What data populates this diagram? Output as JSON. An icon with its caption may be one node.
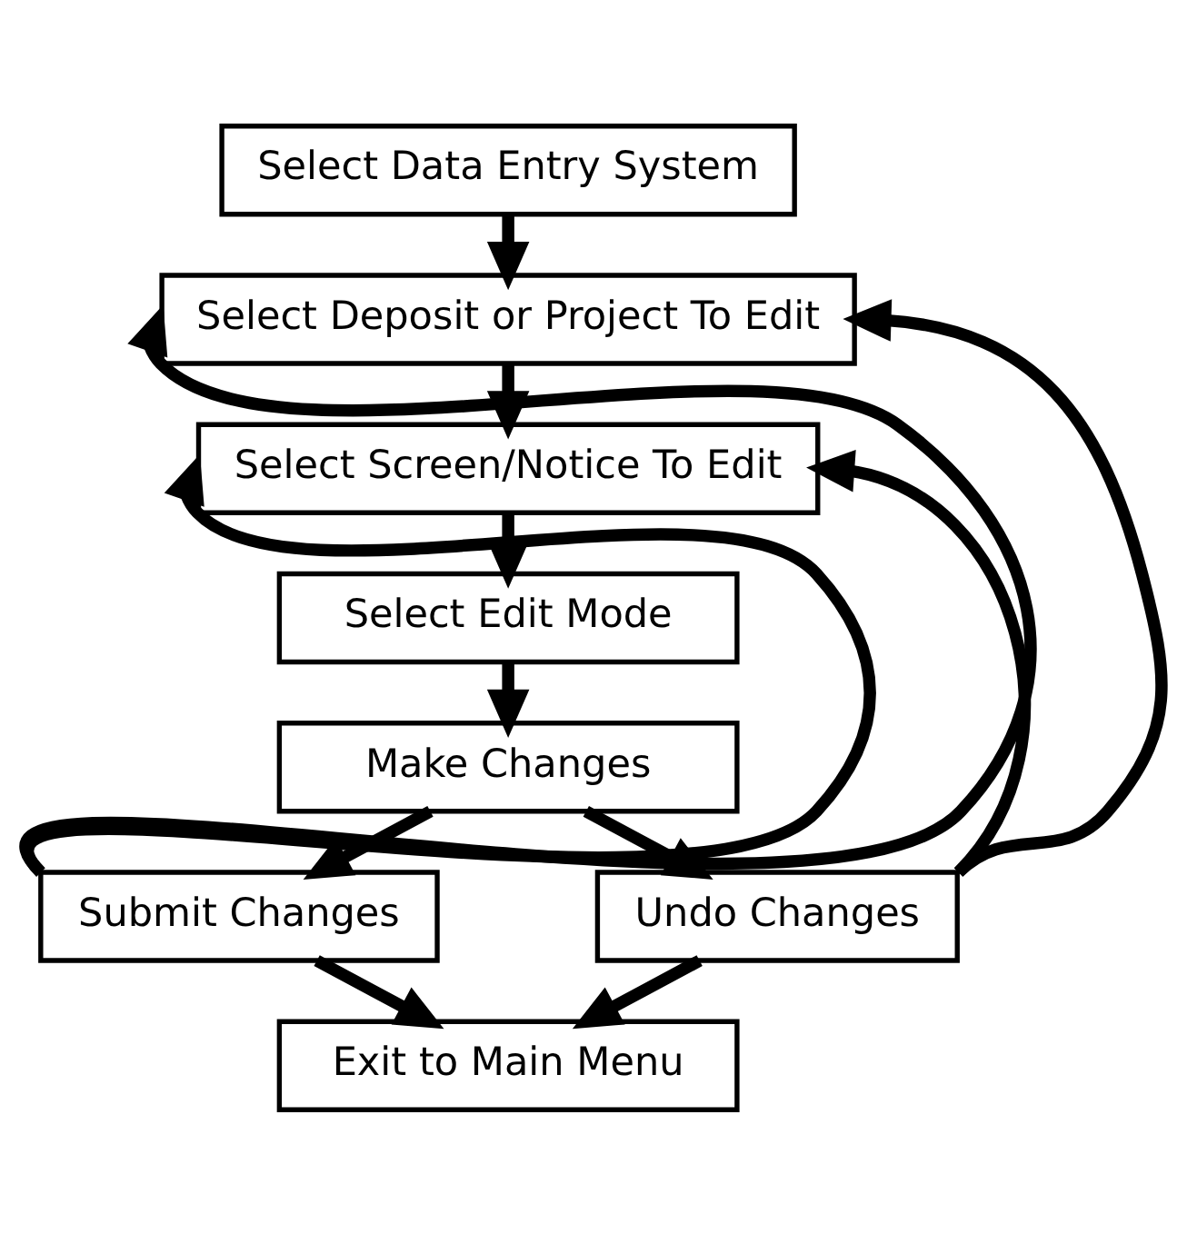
{
  "diagram": {
    "nodes": [
      {
        "text": [
          "Select Data Entry System"
        ]
      },
      {
        "text": [
          "Select Deposit or Project To Edit"
        ]
      },
      {
        "text": [
          "Select Screen/Notice To Edit"
        ]
      },
      {
        "text": [
          "Select Edit Mode"
        ]
      },
      {
        "text": [
          "Make Changes"
        ]
      },
      {
        "text": [
          "Submit Changes"
        ]
      },
      {
        "text": [
          "Undo Changes"
        ]
      },
      {
        "text": [
          "Exit to Main Menu"
        ]
      }
    ],
    "edges": [
      {
        "from": 0,
        "to": 1,
        "arrow": "to"
      },
      {
        "from": 1,
        "to": 2,
        "arrow": "to"
      },
      {
        "from": 2,
        "to": 3,
        "arrow": "to"
      },
      {
        "from": 3,
        "to": 4,
        "arrow": "to"
      },
      {
        "from": 4,
        "to": 5,
        "arrow": "to"
      },
      {
        "from": 4,
        "to": 6,
        "arrow": "to"
      },
      {
        "from": 5,
        "to": 1,
        "arrow": "to"
      },
      {
        "from": 5,
        "to": 2,
        "arrow": "to"
      },
      {
        "from": 6,
        "to": 1,
        "arrow": "to"
      },
      {
        "from": 6,
        "to": 2,
        "arrow": "to"
      },
      {
        "from": 5,
        "to": 7,
        "arrow": "to"
      },
      {
        "from": 6,
        "to": 7,
        "arrow": "to"
      }
    ]
  }
}
